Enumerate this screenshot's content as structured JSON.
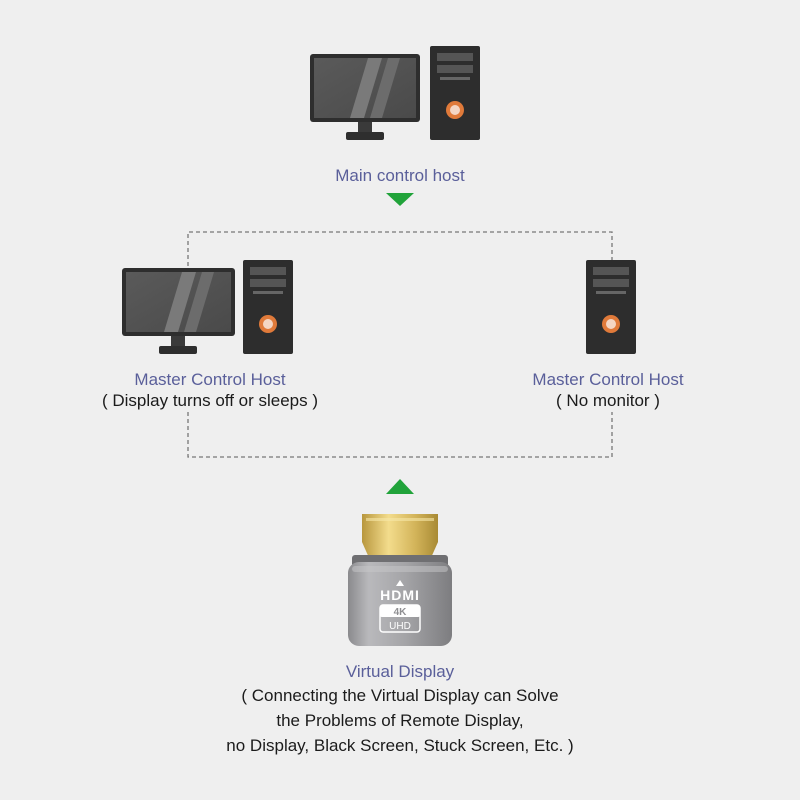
{
  "main_host": {
    "title": "Main control host"
  },
  "left_host": {
    "title": "Master Control Host",
    "subtitle": "( Display turns off or sleeps )"
  },
  "right_host": {
    "title": "Master Control Host",
    "subtitle": "( No monitor )"
  },
  "adapter": {
    "brand_text": "HDMI",
    "badge_top": "4K",
    "badge_bottom": "UHD",
    "title": "Virtual Display",
    "description_lines": [
      "( Connecting the Virtual Display can Solve",
      "the Problems of Remote Display,",
      "no Display, Black Screen, Stuck Screen, Etc. )"
    ]
  },
  "colors": {
    "label_blue": "#5a5f9a",
    "arrow_green": "#21a33a",
    "device_dark": "#2d2d2d",
    "power_orange": "#e07a3a",
    "gold": "#d6b85a"
  },
  "icons": [
    "monitor-icon",
    "pc-tower-icon",
    "arrow-down-icon",
    "arrow-up-icon",
    "hdmi-dummy-plug-icon"
  ]
}
